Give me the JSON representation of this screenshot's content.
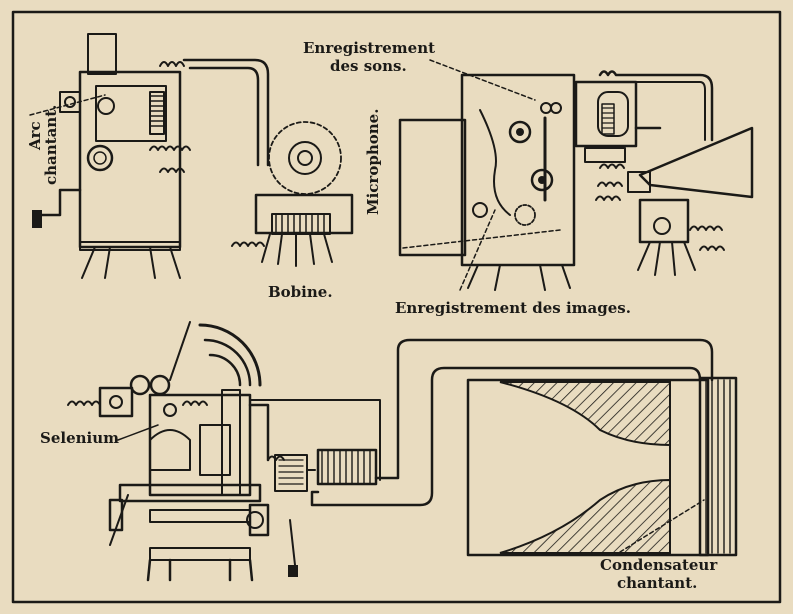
{
  "labels": {
    "arc_chantant_1": "Arc",
    "arc_chantant_2": "chantant.",
    "enregistrement_sons_1": "Enregistrement",
    "enregistrement_sons_2": "des sons.",
    "microphone": "Microphone.",
    "bobine": "Bobine.",
    "enregistrement_images": "Enregistrement des images.",
    "selenium": "Selenium",
    "condensateur_1": "Condensateur",
    "condensateur_2": "chantant."
  },
  "colors": {
    "paper": "#e9dcc0",
    "ink": "#1b1a17"
  }
}
